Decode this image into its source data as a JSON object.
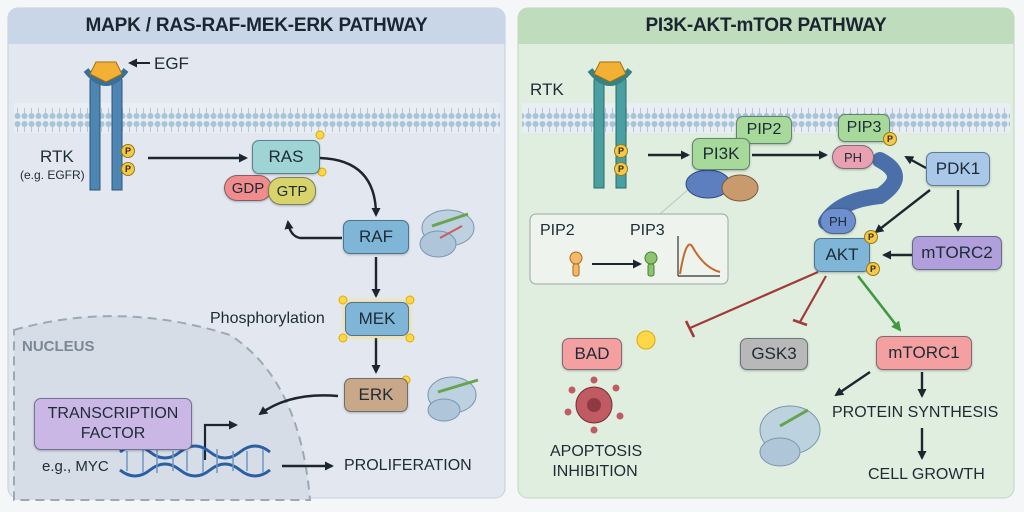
{
  "left_panel": {
    "title": "MAPK / RAS-RAF-MEK-ERK PATHWAY",
    "egf": "EGF",
    "rtk": "RTK",
    "rtk_example": "(e.g. EGFR)",
    "ras": "RAS",
    "gdp": "GDP",
    "gtp": "GTP",
    "raf": "RAF",
    "phosphorylation": "Phosphorylation",
    "mek": "MEK",
    "erk": "ERK",
    "nucleus": "NUCLEUS",
    "transcription_factor_line1": "TRANSCRIPTION",
    "transcription_factor_line2": "FACTOR",
    "example_myc": "e.g., MYC",
    "proliferation": "PROLIFERATION"
  },
  "right_panel": {
    "title": "PI3K-AKT-mTOR PATHWAY",
    "rtk": "RTK",
    "pip2_top": "PIP2",
    "pi3k": "PI3K",
    "pip3_top": "PIP3",
    "ph_top": "PH",
    "ph_bottom": "PH",
    "pdk1": "PDK1",
    "akt": "AKT",
    "mtorc2": "mTORC2",
    "inset_pip2": "PIP2",
    "inset_pip3": "PIP3",
    "bad": "BAD",
    "gsk3": "GSK3",
    "mtorc1": "mTORC1",
    "apoptosis_line1": "APOPTOSIS",
    "apoptosis_line2": "INHIBITION",
    "protein_synthesis": "PROTEIN SYNTHESIS",
    "cell_growth": "CELL GROWTH"
  },
  "phospho_badge": "P",
  "colors": {
    "left_bg": "#e3e8f0",
    "right_bg": "#dfeede",
    "ras": "#9fd4d4",
    "gdp": "#f08c8c",
    "gtp": "#d9d46a",
    "kinase_blue": "#7fb5d6",
    "erk": "#c9a88a",
    "tf": "#cbb7e6",
    "pi3k": "#a6d99a",
    "pdk1": "#a9c7e8",
    "mtorc2": "#b19fdc",
    "bad": "#f4a0a0",
    "gsk3": "#b8b8b8",
    "mtorc1": "#f4a0a0",
    "inhibit": "#a33a3a",
    "activate": "#3f9a3f",
    "phospho": "#f2c94c"
  }
}
